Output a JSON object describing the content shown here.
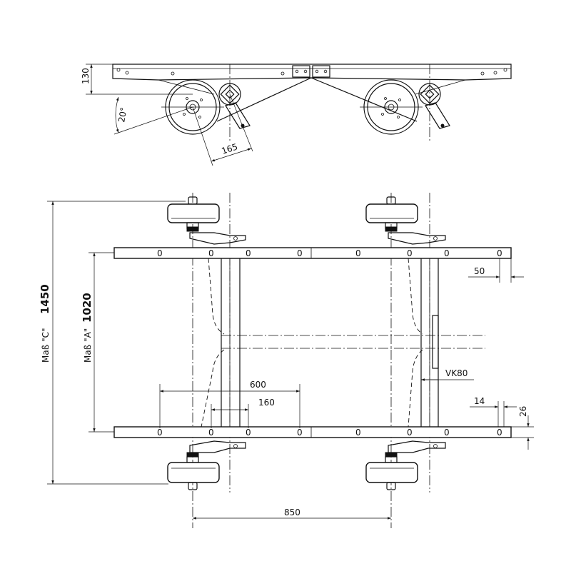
{
  "side_view": {
    "dim_height": "130",
    "dim_angle": "20°",
    "dim_offset": "165"
  },
  "top_view": {
    "dim_c_label": "Maß \"C\"",
    "dim_c_value": "1450",
    "dim_a_label": "Maß \"A\"",
    "dim_a_value": "1020",
    "dim_600": "600",
    "dim_160": "160",
    "dim_50": "50",
    "dim_14": "14",
    "dim_26": "26",
    "dim_850": "850",
    "vk_label": "VK80",
    "hole_label": "0"
  }
}
